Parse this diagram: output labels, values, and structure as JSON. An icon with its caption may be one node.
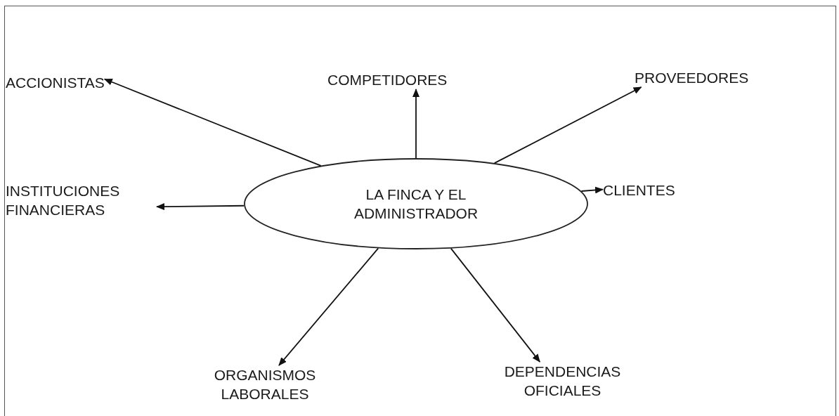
{
  "diagram": {
    "nodes": [
      {
        "text": [
          "LA FINCA Y  EL ADMINISTRADOR"
        ]
      },
      {
        "text": [
          "ACCIONISTAS"
        ]
      },
      {
        "text": [
          "COMPETIDORES"
        ]
      },
      {
        "text": [
          "PROVEEDORES"
        ]
      },
      {
        "text": [
          "INSTITUCIONES FINANCIERAS"
        ]
      },
      {
        "text": [
          "CLIENTES"
        ]
      },
      {
        "text": [
          "ORGANISMOS LABORALES"
        ]
      },
      {
        "text": [
          "DEPENDENCIAS OFICIALES"
        ]
      }
    ],
    "edges": [
      {
        "from": 0,
        "to": 1,
        "arrow": "to"
      },
      {
        "from": 0,
        "to": 2,
        "arrow": "to"
      },
      {
        "from": 0,
        "to": 3,
        "arrow": "to"
      },
      {
        "from": 0,
        "to": 4,
        "arrow": "to"
      },
      {
        "from": 0,
        "to": 5,
        "arrow": "to"
      },
      {
        "from": 0,
        "to": 6,
        "arrow": "to"
      },
      {
        "from": 0,
        "to": 7,
        "arrow": "to"
      }
    ]
  }
}
